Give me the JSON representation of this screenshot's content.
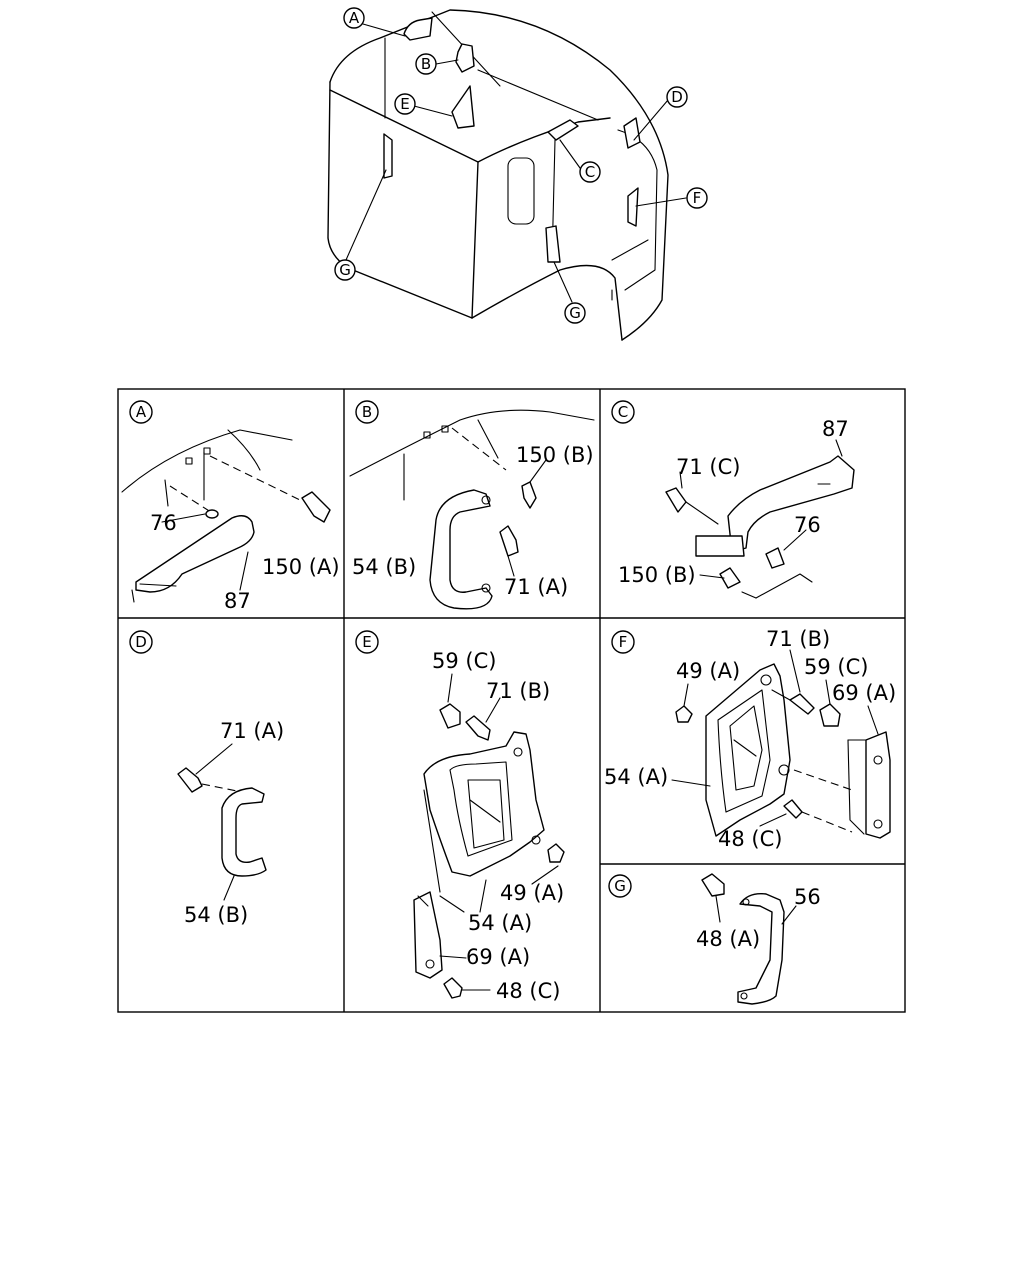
{
  "overview_callouts": [
    "A",
    "B",
    "E",
    "C",
    "D",
    "F",
    "G",
    "G"
  ],
  "panels": {
    "A": {
      "letter": "A",
      "labels": [
        "76",
        "150 (A)",
        "87"
      ]
    },
    "B": {
      "letter": "B",
      "labels": [
        "150 (B)",
        "54 (B)",
        "71 (A)"
      ]
    },
    "C": {
      "letter": "C",
      "labels": [
        "87",
        "71 (C)",
        "76",
        "150 (B)"
      ]
    },
    "D": {
      "letter": "D",
      "labels": [
        "71 (A)",
        "54 (B)"
      ]
    },
    "E": {
      "letter": "E",
      "labels": [
        "59 (C)",
        "71 (B)",
        "49 (A)",
        "54 (A)",
        "69 (A)",
        "48 (C)"
      ]
    },
    "F": {
      "letter": "F",
      "labels": [
        "71 (B)",
        "49 (A)",
        "59 (C)",
        "69 (A)",
        "54 (A)",
        "48 (C)"
      ]
    },
    "G": {
      "letter": "G",
      "labels": [
        "48 (A)",
        "56"
      ]
    }
  }
}
